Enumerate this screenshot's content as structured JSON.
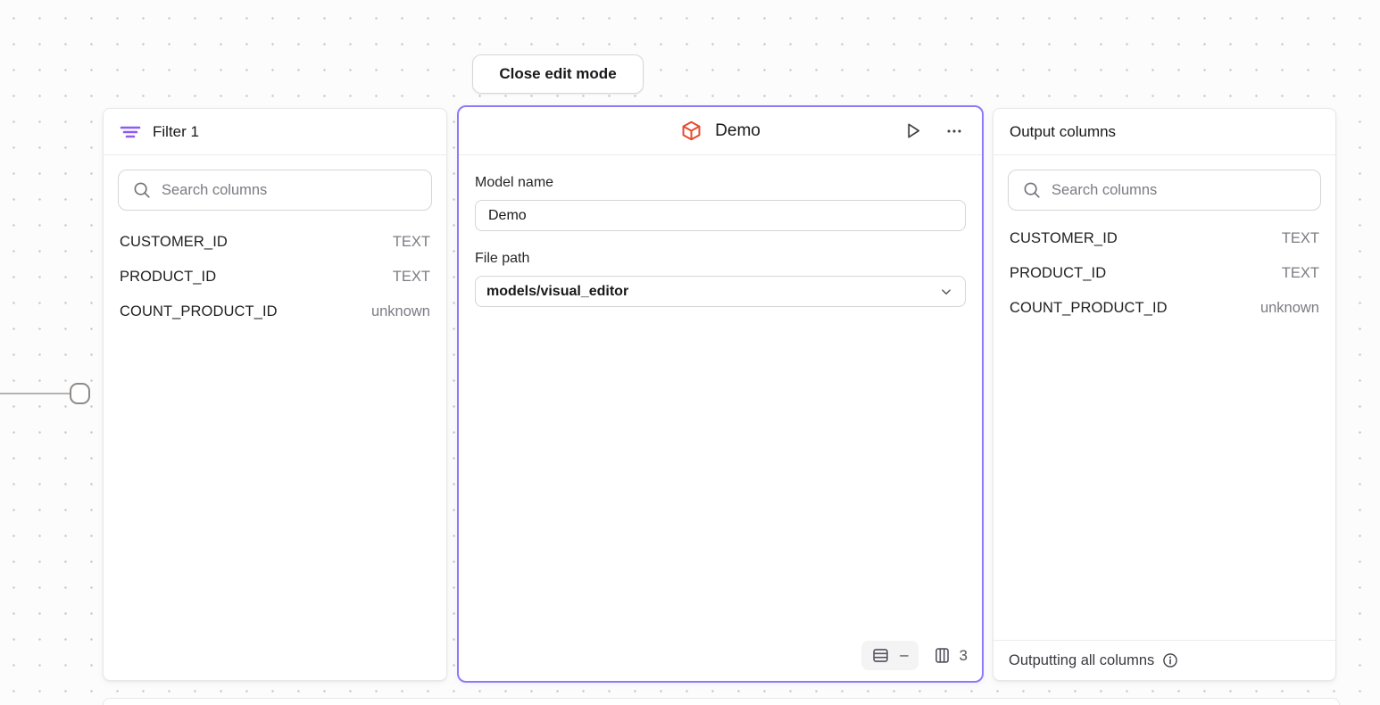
{
  "canvas": {
    "close_edit_mode_label": "Close edit mode"
  },
  "filter_panel": {
    "title": "Filter 1",
    "search_placeholder": "Search columns",
    "columns": [
      {
        "name": "CUSTOMER_ID",
        "type": "TEXT"
      },
      {
        "name": "PRODUCT_ID",
        "type": "TEXT"
      },
      {
        "name": "COUNT_PRODUCT_ID",
        "type": "unknown"
      }
    ]
  },
  "model_panel": {
    "title": "Demo",
    "model_name_label": "Model name",
    "model_name_value": "Demo",
    "file_path_label": "File path",
    "file_path_value": "models/visual_editor",
    "row_count": "–",
    "column_count": "3"
  },
  "output_panel": {
    "title": "Output columns",
    "search_placeholder": "Search columns",
    "columns": [
      {
        "name": "CUSTOMER_ID",
        "type": "TEXT"
      },
      {
        "name": "PRODUCT_ID",
        "type": "TEXT"
      },
      {
        "name": "COUNT_PRODUCT_ID",
        "type": "unknown"
      }
    ],
    "footer_text": "Outputting all columns"
  },
  "colors": {
    "accent_purple": "#8b7cf5",
    "filter_icon_purple": "#8b5cf6",
    "model_icon_red": "#e8492f",
    "canvas_dot": "#c7c7c7"
  }
}
